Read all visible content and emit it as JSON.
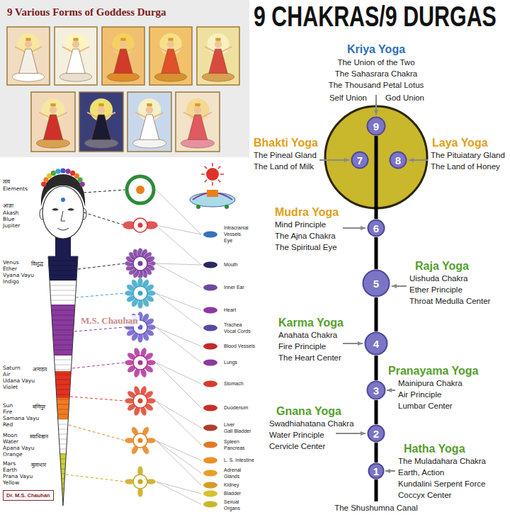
{
  "diagram": {
    "title": "9 CHAKRAS/9 DURGAS",
    "nodes": [
      {
        "text": [
          "9"
        ]
      },
      {
        "text": [
          "7"
        ]
      },
      {
        "text": [
          "8"
        ]
      },
      {
        "text": [
          "6"
        ]
      },
      {
        "text": [
          "5"
        ]
      },
      {
        "text": [
          "4"
        ]
      },
      {
        "text": [
          "3"
        ]
      },
      {
        "text": [
          "2"
        ]
      },
      {
        "text": [
          "1"
        ]
      },
      {
        "text": [
          "Dr. M.S. Chauhan"
        ]
      }
    ],
    "edges": [
      {
        "from": 8,
        "to": 7,
        "arrow": "none"
      },
      {
        "from": 7,
        "to": 6,
        "arrow": "none"
      },
      {
        "from": 6,
        "to": 5,
        "arrow": "none"
      },
      {
        "from": 5,
        "to": 4,
        "arrow": "none"
      },
      {
        "from": 4,
        "to": 3,
        "arrow": "none"
      },
      {
        "from": 3,
        "to": 0,
        "arrow": "none"
      }
    ],
    "labels": [
      "9 Various Forms of Goddess Durga",
      "Kriya Yoga",
      "The Union of the Two",
      "The Sahasrara Chakra",
      "The Thousand Petal Lotus",
      "Self Union",
      "God Union",
      "Bhakti Yoga",
      "The Pineal Gland",
      "The Land of Milk",
      "Laya Yoga",
      "The Pituiatary Gland",
      "The Land of Honey",
      "Mudra Yoga",
      "Mind Principle",
      "The Ajna Chakra",
      "The Spiritual Eye",
      "Raja Yoga",
      "Uishuda Chakra",
      "Ether Principle",
      "Throat Medulla Center",
      "Karma Yoga",
      "Anahata Chakra",
      "Fire Principle",
      "The Heart Center",
      "Pranayama Yoga",
      "Mainipura Chakra",
      "Air Principle",
      "Lumbar Center",
      "Gnana Yoga",
      "Swadhiahatana Chakra",
      "Water Principle",
      "Cervicle Center",
      "Hatha Yoga",
      "The Muladahara Chakra",
      "Earth, Action",
      "Kundalini Serpent Force",
      "Coccyx Center",
      "The Shushumna Canal",
      "तत्व",
      "Elements",
      "आज्ञा",
      "Akash",
      "Blue",
      "Jupiter",
      "Venus",
      "Ether",
      "Vyana Vayu",
      "Indigo",
      "विशुद्ध",
      "Saturn",
      "Air",
      "Udana Vayu",
      "Violet",
      "अनाहत",
      "Sun",
      "Fire",
      "Samana Vayu",
      "Red",
      "मणिपुर",
      "Moon",
      "Water",
      "Apana Vayu",
      "Orange",
      "स्वाधिष्ठान",
      "Mars",
      "Earth",
      "Prana Vayu",
      "Yellow",
      "मूलाधार",
      "M.S. Chauhan",
      "Intracranial",
      "Vessels",
      "Eye",
      "Mouth",
      "Inner Ear",
      "Heart",
      "Trachea",
      "Vocal Cords",
      "Blood Vessels",
      "Lungs",
      "Stomach",
      "Duodenum",
      "Liver",
      "Gall Bladder",
      "Spleen",
      "Pancreas",
      "L. S. Intestine",
      "Adrenal",
      "Glands",
      "Kidney",
      "Bladder",
      "Sexual",
      "Organs"
    ]
  }
}
